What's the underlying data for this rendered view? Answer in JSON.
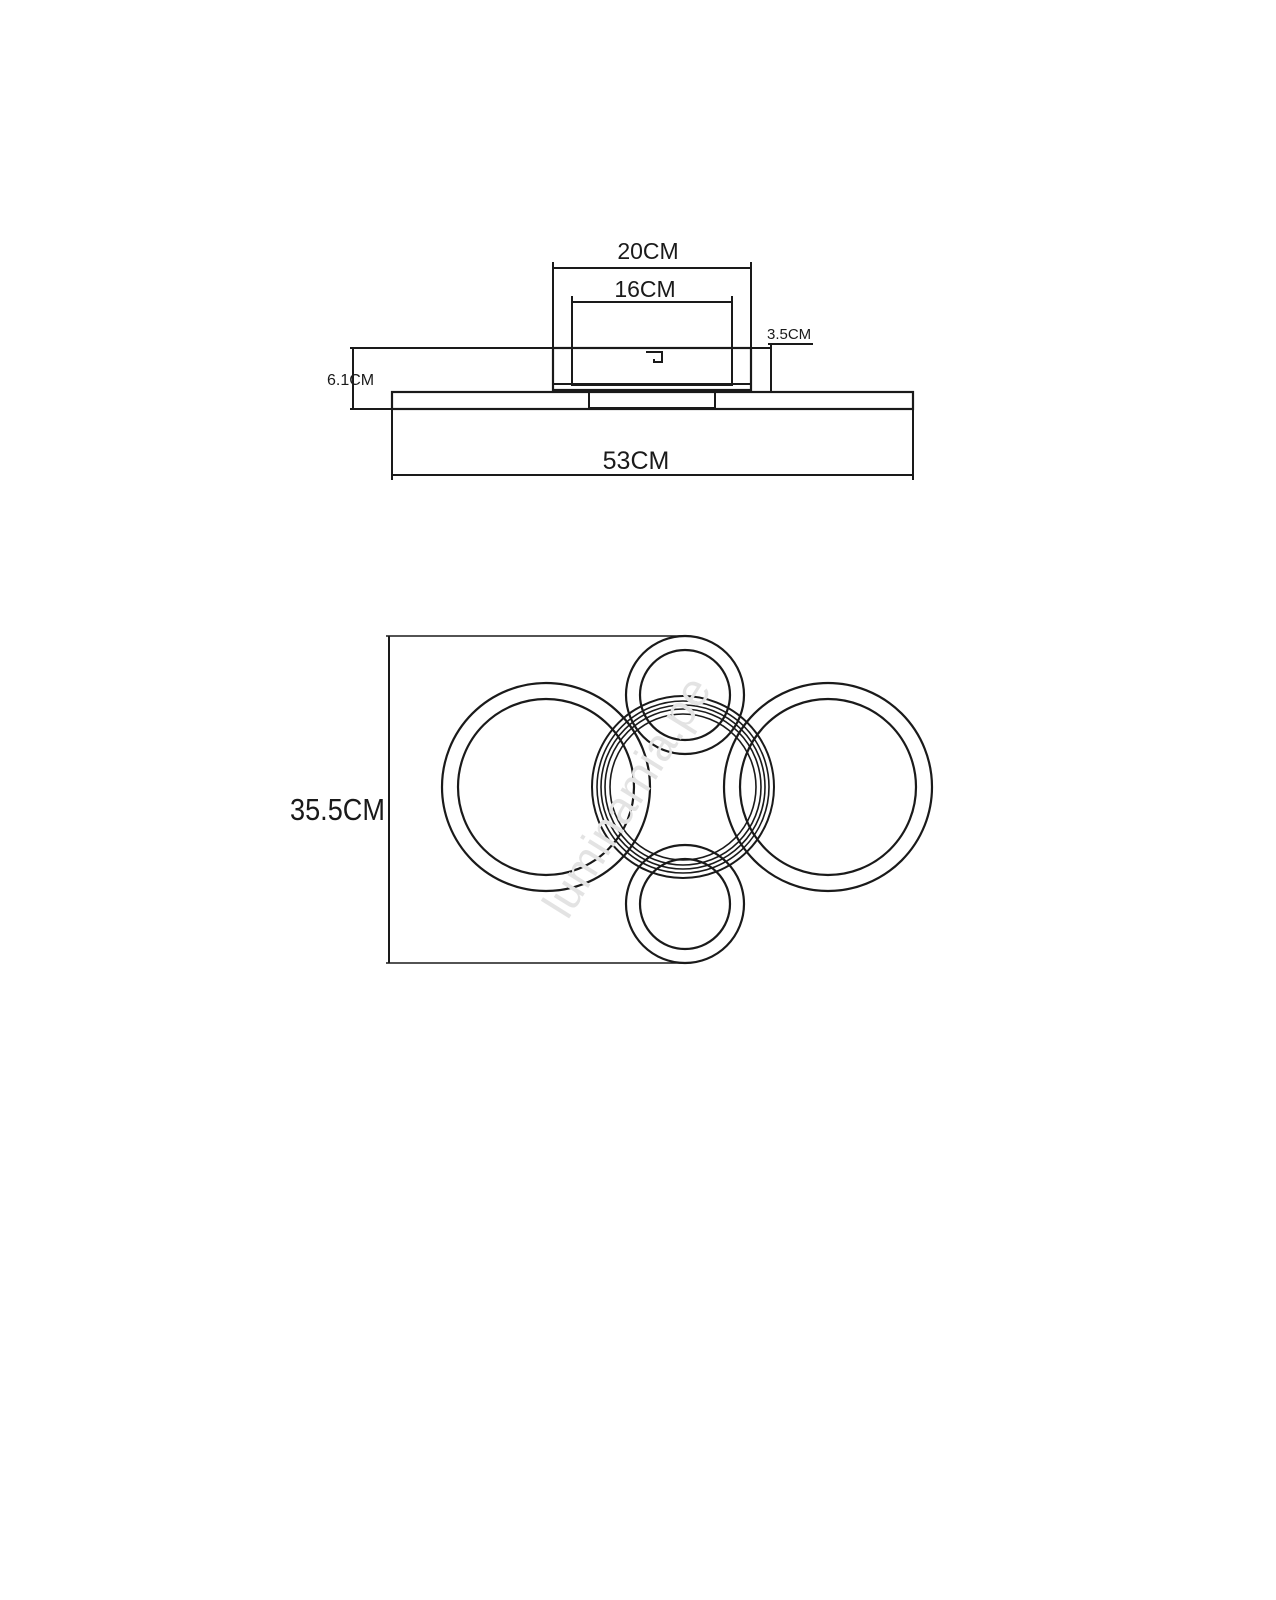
{
  "side_view": {
    "dimensions": {
      "mount_outer_width": "20CM",
      "mount_inner_width": "16CM",
      "mount_height": "3.5CM",
      "total_height": "6.1CM",
      "total_width": "53CM"
    }
  },
  "top_view": {
    "dimensions": {
      "depth": "35.5CM"
    },
    "watermark": "luminamia.pe"
  },
  "colors": {
    "line": "#1a1a1a",
    "background": "#ffffff",
    "watermark": "#e3e3e3"
  }
}
